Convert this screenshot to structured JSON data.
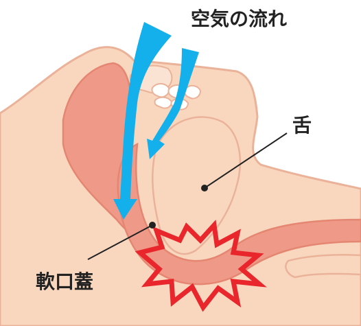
{
  "labels": {
    "airflow": "空気の流れ",
    "tongue": "舌",
    "soft_palate": "軟口蓋"
  },
  "colors": {
    "skin": "#f9d7bf",
    "skin_outline": "#ebb29a",
    "tissue": "#ef9a88",
    "tissue_dark": "#e48671",
    "airflow": "#13b0ec",
    "burst": "#e8262c",
    "leader_line": "#222222"
  }
}
